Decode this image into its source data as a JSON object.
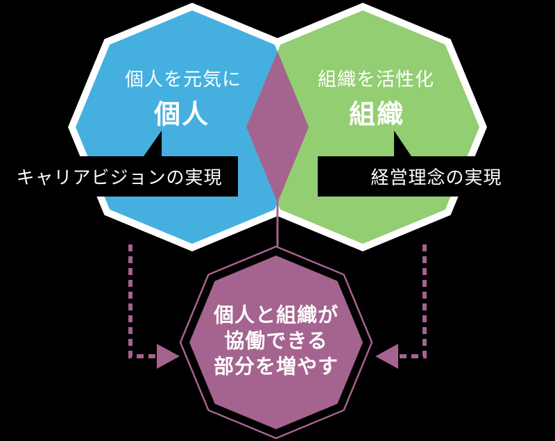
{
  "diagram": {
    "individual": {
      "tagline": "個人を元気に",
      "label": "個人",
      "callout": "キャリアビジョンの実現"
    },
    "organization": {
      "tagline": "組織を活性化",
      "label": "組織",
      "callout": "経営理念の実現"
    },
    "synergy": {
      "lines": [
        "個人と組織が",
        "協働できる",
        "部分を増やす"
      ]
    }
  },
  "colors": {
    "background": "#000000",
    "individual_blue": "#45b0df",
    "organization_green": "#93ce72",
    "overlap_purple": "#a5648f",
    "callout_black": "#000000",
    "border_white": "#ffffff"
  }
}
